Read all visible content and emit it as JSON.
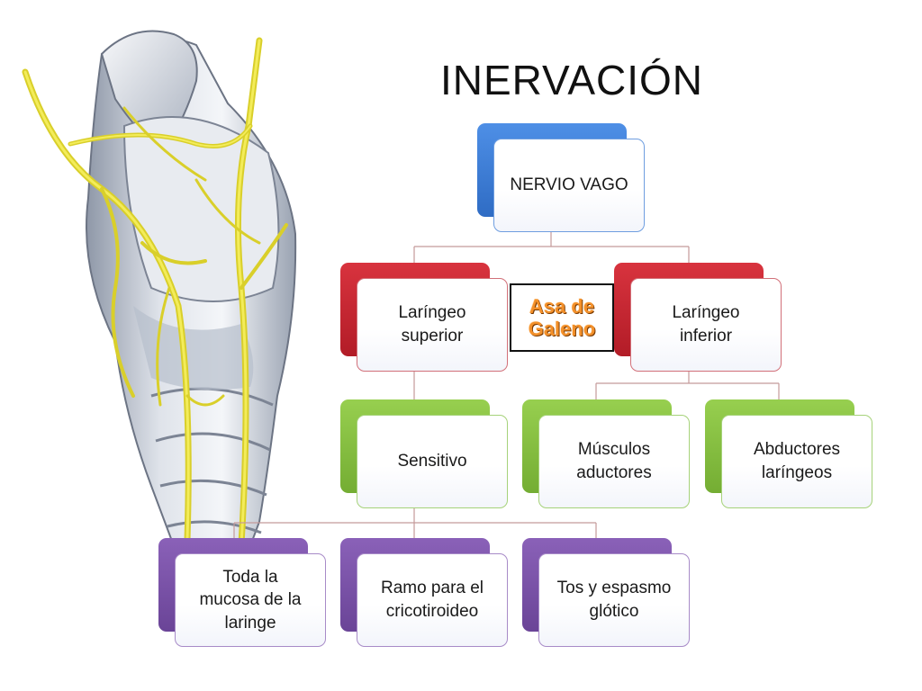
{
  "title": "INERVACIÓN",
  "colors": {
    "blue": "#3b7bd6",
    "red": "#c8232f",
    "green": "#86c240",
    "purple": "#7b52a8",
    "connector": "#c49a9a",
    "annotation_text": "#f3902a"
  },
  "illustration": {
    "subject": "laryngeal-nerves-illustration"
  },
  "diagram": {
    "root": {
      "label": "NERVIO VAGO"
    },
    "level1": [
      {
        "label": "Laríngeo\nsuperior"
      },
      {
        "label": "Laríngeo\ninferior"
      }
    ],
    "annotation": {
      "label": "Asa de\nGaleno"
    },
    "level2": [
      {
        "label": "Sensitivo"
      },
      {
        "label": "Músculos\naductores"
      },
      {
        "label": "Abductores\nlaríngeos"
      }
    ],
    "level3": [
      {
        "label": "Toda la\nmucosa  de la\nlaringe"
      },
      {
        "label": "Ramo para el\ncricotiroideo"
      },
      {
        "label": "Tos y espasmo\nglótico"
      }
    ]
  }
}
